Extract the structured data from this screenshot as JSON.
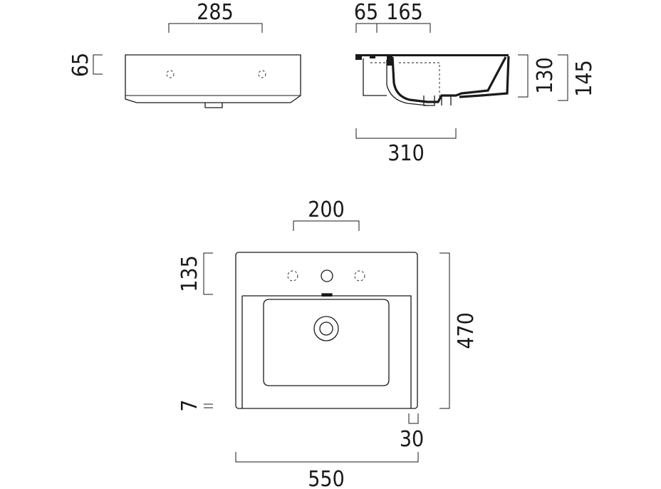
{
  "dimensions": {
    "front_width": "285",
    "front_height": "65",
    "section_offset_a": "65",
    "section_offset_b": "165",
    "section_inner_height": "130",
    "section_total_height": "145",
    "section_depth": "310",
    "tap_hole_span": "200",
    "tap_zone_depth": "135",
    "overall_depth": "470",
    "edge_thickness": "7",
    "overhang": "30",
    "overall_width": "550"
  }
}
